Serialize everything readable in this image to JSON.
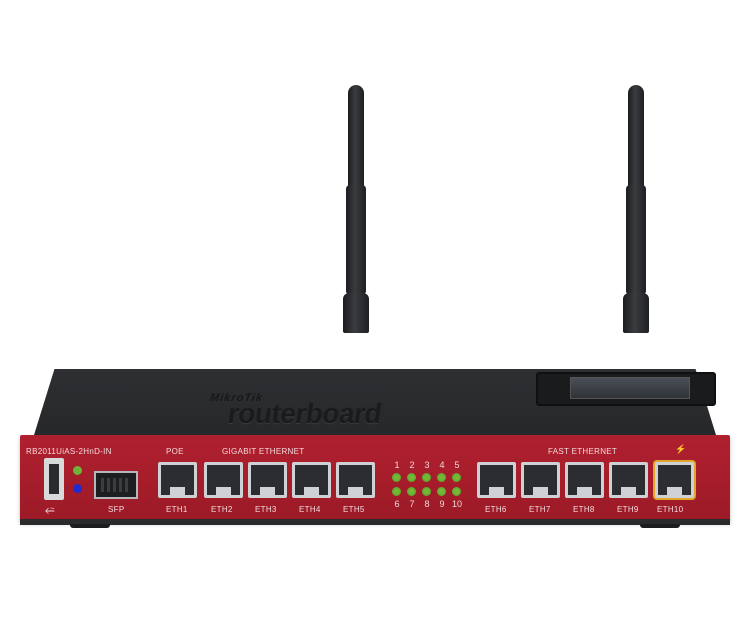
{
  "device": {
    "model": "RB2011UiAS-2HnD-IN",
    "brand_small": "MikroTik",
    "brand_big": "routerboard"
  },
  "labels": {
    "poe": "POE",
    "gigabit": "GIGABIT ETHERNET",
    "fast": "FAST ETHERNET",
    "sfp": "SFP",
    "usb_symbol": "⭉"
  },
  "ports": {
    "gigabit": [
      "ETH1",
      "ETH2",
      "ETH3",
      "ETH4",
      "ETH5"
    ],
    "fast": [
      "ETH6",
      "ETH7",
      "ETH8",
      "ETH9",
      "ETH10"
    ]
  },
  "leds": {
    "top": [
      "1",
      "2",
      "3",
      "4",
      "5"
    ],
    "bottom": [
      "6",
      "7",
      "8",
      "9",
      "10"
    ]
  },
  "colors": {
    "front_panel": "#a81d2c",
    "led_green": "#73b838",
    "poe_out_orange": "#e0a52a"
  }
}
